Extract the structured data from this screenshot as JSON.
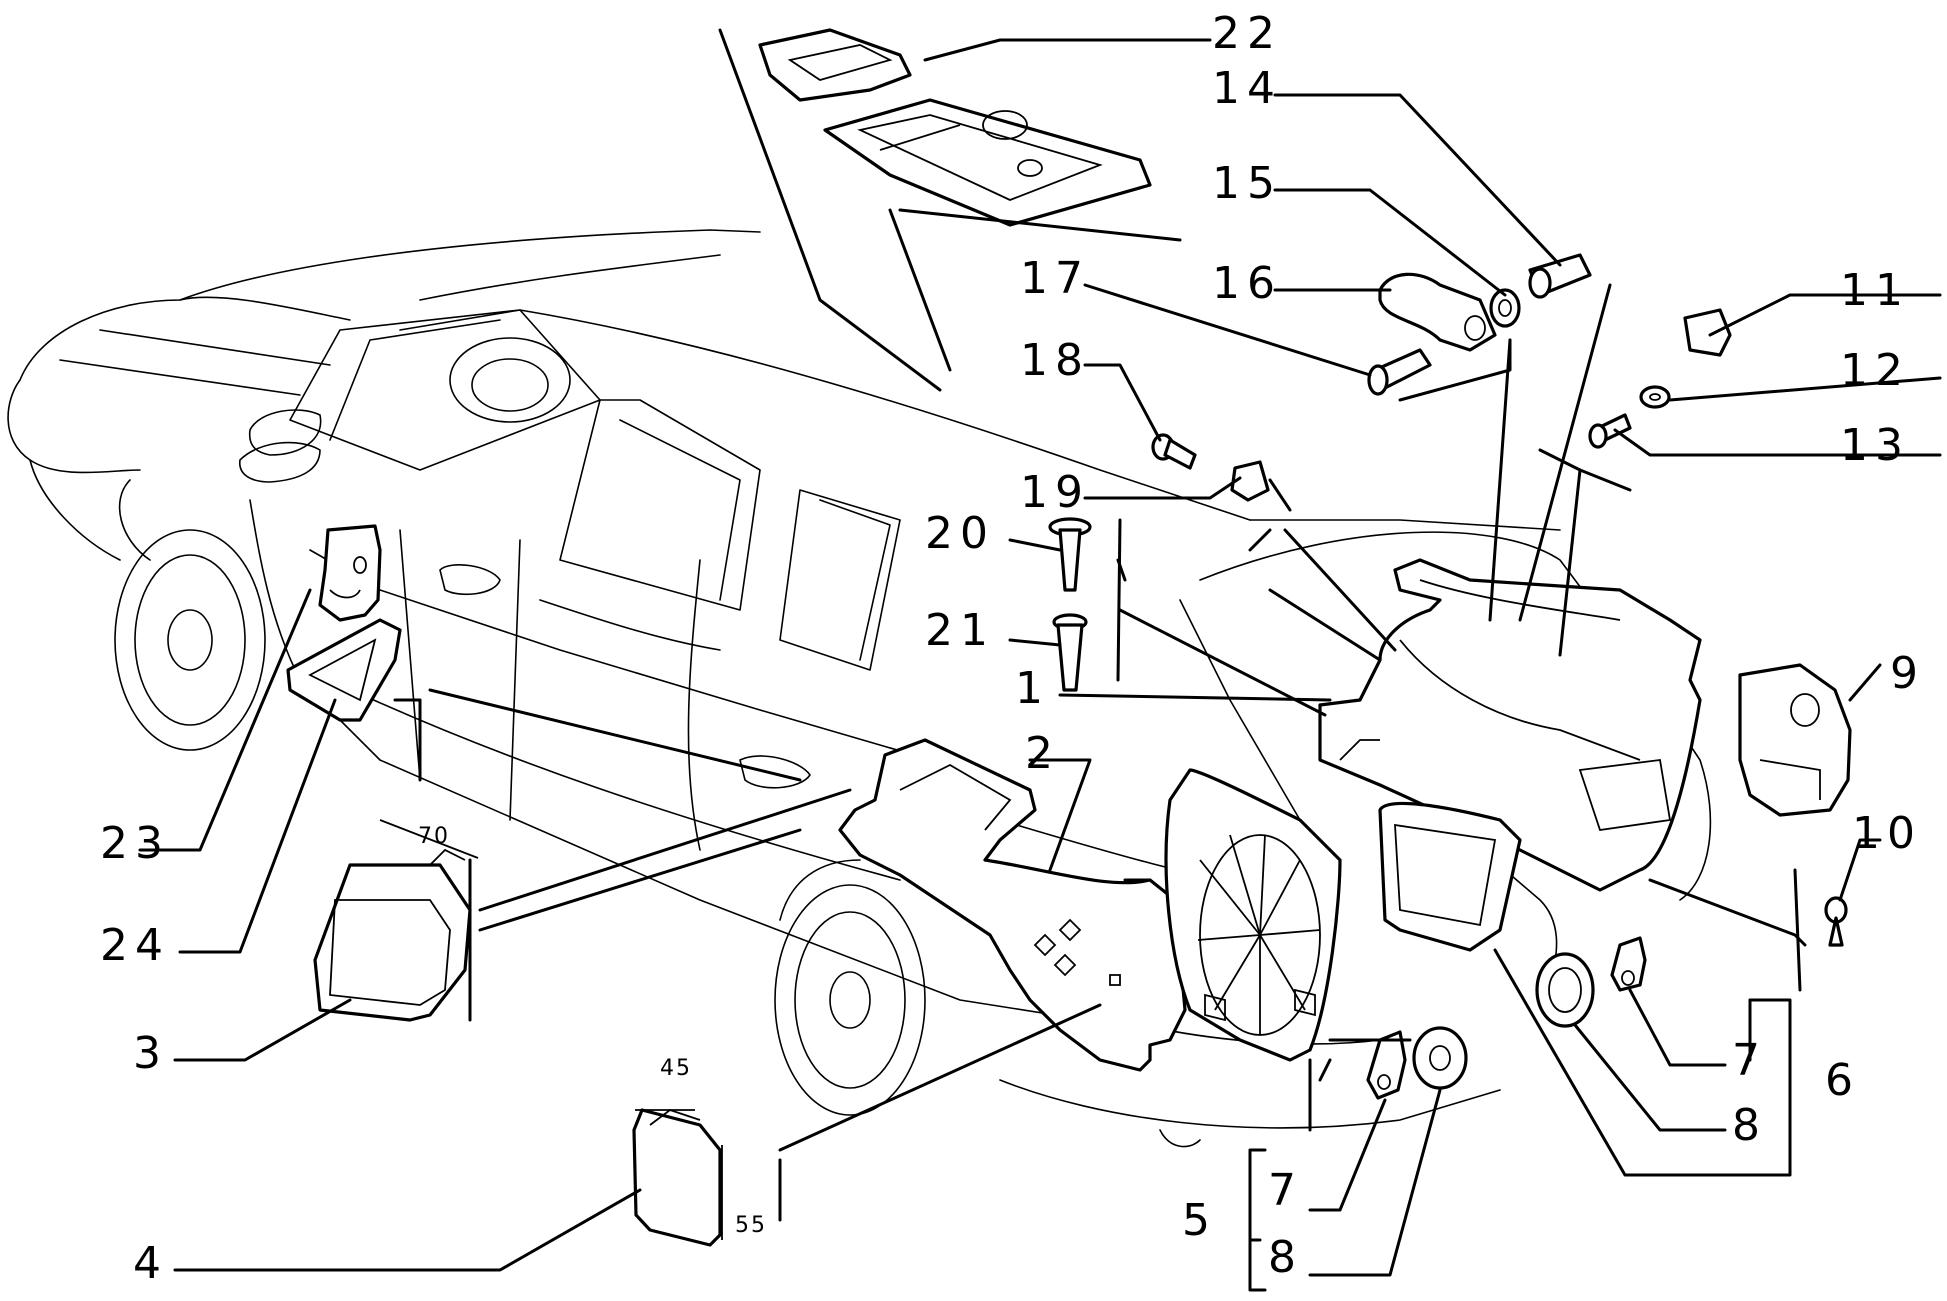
{
  "callouts": {
    "c1": "1",
    "c2": "2",
    "c3": "3",
    "c4": "4",
    "c5": "5",
    "c6": "6",
    "c7a": "7",
    "c7b": "7",
    "c8a": "8",
    "c8b": "8",
    "c9": "9",
    "c10": "10",
    "c11": "11",
    "c12": "12",
    "c13": "13",
    "c14": "14",
    "c15": "15",
    "c16": "16",
    "c17": "17",
    "c18": "18",
    "c19": "19",
    "c20": "20",
    "c21": "21",
    "c22": "22",
    "c23": "23",
    "c24": "24"
  },
  "dimensions": {
    "d70": "70",
    "d45": "45",
    "d55": "55"
  }
}
